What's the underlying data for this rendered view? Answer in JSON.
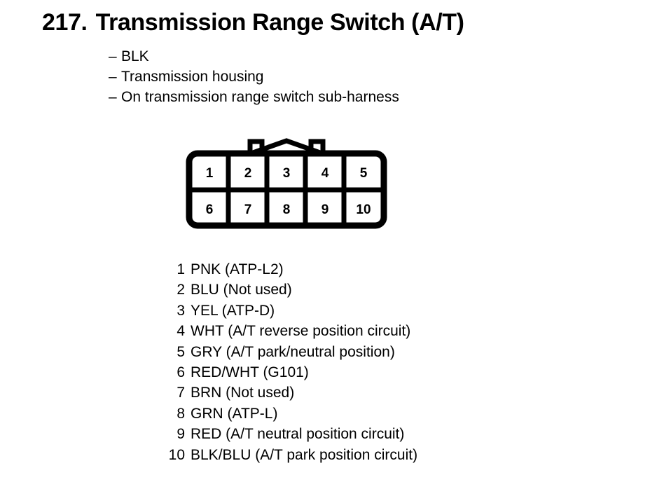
{
  "title": {
    "number": "217.",
    "text": "Transmission Range Switch (A/T)"
  },
  "notes": [
    "BLK",
    "Transmission housing",
    "On transmission range switch sub-harness"
  ],
  "note_dash": "–",
  "connector": {
    "top_row": [
      "1",
      "2",
      "3",
      "4",
      "5"
    ],
    "bottom_row": [
      "6",
      "7",
      "8",
      "9",
      "10"
    ],
    "outline_color": "#000000",
    "fill_color": "#ffffff"
  },
  "legend": [
    {
      "pin": "1",
      "desc": "PNK (ATP-L2)"
    },
    {
      "pin": "2",
      "desc": "BLU (Not used)"
    },
    {
      "pin": "3",
      "desc": "YEL (ATP-D)"
    },
    {
      "pin": "4",
      "desc": "WHT (A/T reverse position circuit)"
    },
    {
      "pin": "5",
      "desc": "GRY (A/T park/neutral position)"
    },
    {
      "pin": "6",
      "desc": "RED/WHT (G101)"
    },
    {
      "pin": "7",
      "desc": "BRN (Not used)"
    },
    {
      "pin": "8",
      "desc": "GRN (ATP-L)"
    },
    {
      "pin": "9",
      "desc": "RED (A/T neutral position circuit)"
    },
    {
      "pin": "10",
      "desc": "BLK/BLU (A/T park position circuit)"
    }
  ]
}
